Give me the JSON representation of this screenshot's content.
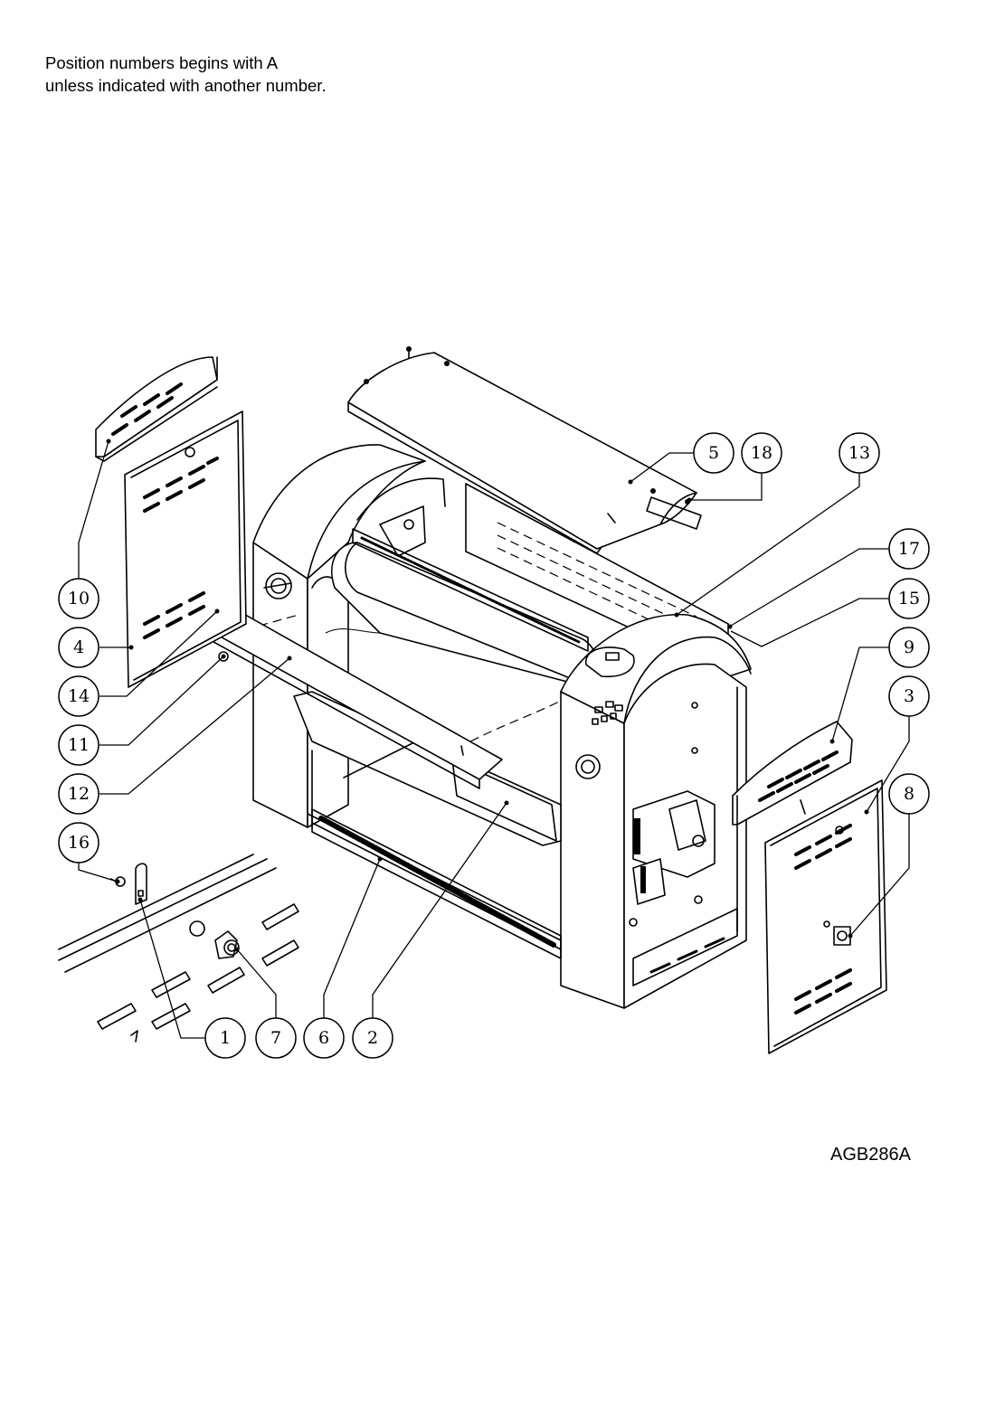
{
  "note": {
    "line1": "Position numbers begins with A",
    "line2": "unless indicated with another number."
  },
  "drawing_code": "AGB286A",
  "callouts": [
    {
      "id": "5",
      "label": "5"
    },
    {
      "id": "18",
      "label": "18"
    },
    {
      "id": "13",
      "label": "13"
    },
    {
      "id": "17",
      "label": "17"
    },
    {
      "id": "15",
      "label": "15"
    },
    {
      "id": "9",
      "label": "9"
    },
    {
      "id": "3",
      "label": "3"
    },
    {
      "id": "8",
      "label": "8"
    },
    {
      "id": "10",
      "label": "10"
    },
    {
      "id": "4",
      "label": "4"
    },
    {
      "id": "14",
      "label": "14"
    },
    {
      "id": "11",
      "label": "11"
    },
    {
      "id": "12",
      "label": "12"
    },
    {
      "id": "16",
      "label": "16"
    },
    {
      "id": "1",
      "label": "1"
    },
    {
      "id": "7",
      "label": "7"
    },
    {
      "id": "6",
      "label": "6"
    },
    {
      "id": "2",
      "label": "2"
    }
  ]
}
